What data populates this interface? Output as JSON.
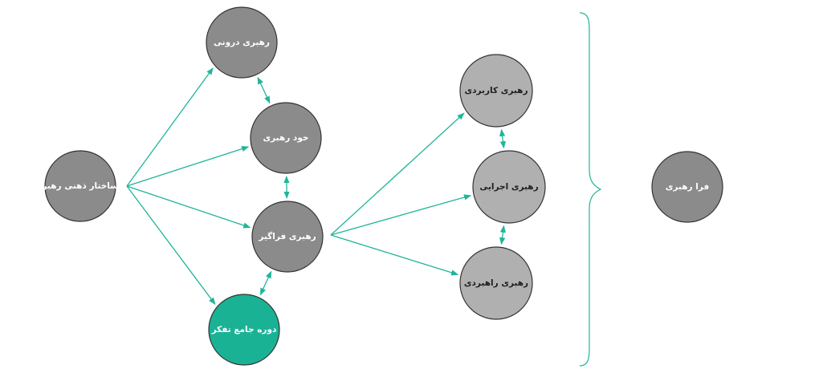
{
  "diagram": {
    "colors": {
      "edge": "#1fb59a",
      "node_dark_gray": "#8b8b8b",
      "node_light_gray": "#b0b0b0",
      "node_teal": "#1ab295",
      "node_stroke": "#333333"
    },
    "nodes": [
      {
        "id": "mental-structure",
        "label": "ساختار ذهنی رهبر",
        "fill": "#8b8b8b",
        "text": "light"
      },
      {
        "id": "inner-leadership",
        "label": "رهبری درونی",
        "fill": "#8b8b8b",
        "text": "light"
      },
      {
        "id": "self-leadership",
        "label": "خود رهبری",
        "fill": "#8b8b8b",
        "text": "light"
      },
      {
        "id": "comprehensive-leadership",
        "label": "رهبری فراگیر",
        "fill": "#8b8b8b",
        "text": "light"
      },
      {
        "id": "thinking-course",
        "label": "دوره جامع تفکر",
        "fill": "#1ab295",
        "text": "light"
      },
      {
        "id": "applied-leadership",
        "label": "رهبری کاربردی",
        "fill": "#b0b0b0",
        "text": "dark"
      },
      {
        "id": "executive-leadership",
        "label": "رهبری اجرایی",
        "fill": "#b0b0b0",
        "text": "dark"
      },
      {
        "id": "strategic-leadership",
        "label": "رهبری راهبردی",
        "fill": "#b0b0b0",
        "text": "dark"
      },
      {
        "id": "meta-leadership",
        "label": "فرا رهبری",
        "fill": "#8b8b8b",
        "text": "light"
      }
    ],
    "edges": [
      {
        "from": "mental-structure",
        "to": "inner-leadership",
        "type": "arrow"
      },
      {
        "from": "mental-structure",
        "to": "self-leadership",
        "type": "arrow"
      },
      {
        "from": "mental-structure",
        "to": "comprehensive-leadership",
        "type": "arrow"
      },
      {
        "from": "mental-structure",
        "to": "thinking-course",
        "type": "arrow"
      },
      {
        "from": "inner-leadership",
        "to": "self-leadership",
        "type": "double"
      },
      {
        "from": "self-leadership",
        "to": "comprehensive-leadership",
        "type": "double"
      },
      {
        "from": "comprehensive-leadership",
        "to": "thinking-course",
        "type": "double"
      },
      {
        "from": "comprehensive-leadership",
        "to": "applied-leadership",
        "type": "arrow"
      },
      {
        "from": "comprehensive-leadership",
        "to": "executive-leadership",
        "type": "arrow"
      },
      {
        "from": "comprehensive-leadership",
        "to": "strategic-leadership",
        "type": "arrow"
      },
      {
        "from": "applied-leadership",
        "to": "executive-leadership",
        "type": "double"
      },
      {
        "from": "executive-leadership",
        "to": "strategic-leadership",
        "type": "double"
      }
    ]
  }
}
